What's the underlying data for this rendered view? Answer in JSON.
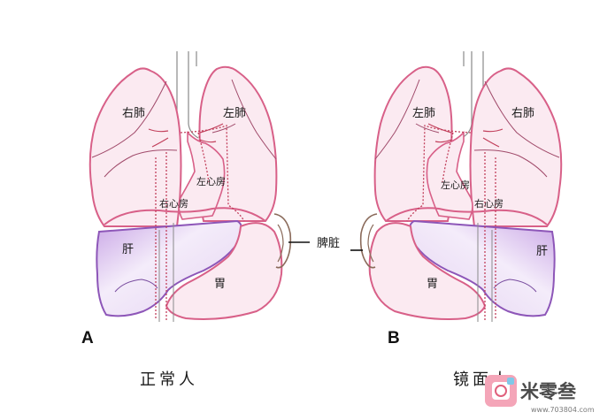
{
  "panels": [
    {
      "letter": "A",
      "caption": "正常人",
      "labels": {
        "right_lung": "右肺",
        "left_lung": "左肺",
        "left_atrium": "左心房",
        "right_atrium": "右心房",
        "liver": "肝",
        "stomach": "胃",
        "spleen": "脾脏"
      }
    },
    {
      "letter": "B",
      "caption": "镜面人",
      "labels": {
        "left_lung": "左肺",
        "right_lung": "右肺",
        "left_atrium": "左心房",
        "right_atrium": "右心房",
        "liver": "肝",
        "stomach": "胃"
      }
    }
  ],
  "watermark": {
    "brand": "米零叁",
    "url": "www.703804.com"
  },
  "colors": {
    "lung_outline": "#d86088",
    "lung_fill": "#fbeaf1",
    "liver_outline": "#8d56b8",
    "liver_fill": "#f1e7f8",
    "vessel_dotted": "#c2405c",
    "trachea": "#8a8a8a",
    "spleen_outline": "#8a6a5a"
  }
}
